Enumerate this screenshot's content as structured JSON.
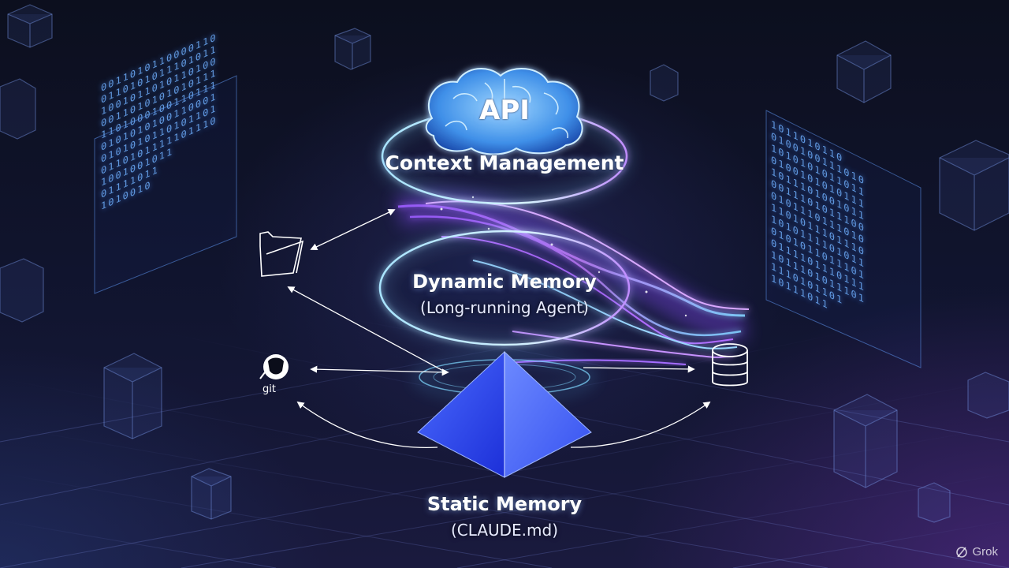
{
  "labels": {
    "api": "API",
    "context": "Context Management",
    "dynamic_title": "Dynamic Memory",
    "dynamic_sub": "(Long-running Agent)",
    "static_title": "Static Memory",
    "static_sub": "(CLAUDE.md)",
    "git": "git"
  },
  "binary_left": [
    "0011010110000110",
    "0110101011101011",
    "1001011010110100",
    "0011010101010111",
    "1101000100110111",
    "0101010100110001",
    "0101010110101101",
    "0110101111101110",
    "1001001011",
    "01111011",
    "1010010"
  ],
  "binary_right": [
    "1011010110",
    "0100100111010",
    "1010101011011",
    "0100101010111",
    "1011101001011",
    "0011101011100",
    "0101110111010",
    "1101011101110",
    "1010111101011",
    "0101011011101",
    "0111101110111",
    "1011101011101",
    "1110101101",
    "10111011"
  ],
  "icons": {
    "brain": "brain-icon",
    "folder": "folder-icon",
    "git": "git-icon",
    "database": "database-icon",
    "pyramid": "pyramid-icon"
  },
  "brand": {
    "name": "Grok"
  },
  "colors": {
    "ring_glow": "#7ecbff",
    "pyramid": "#2f4bff",
    "stream": "#b46bff",
    "binary": "#6fb0ff"
  }
}
